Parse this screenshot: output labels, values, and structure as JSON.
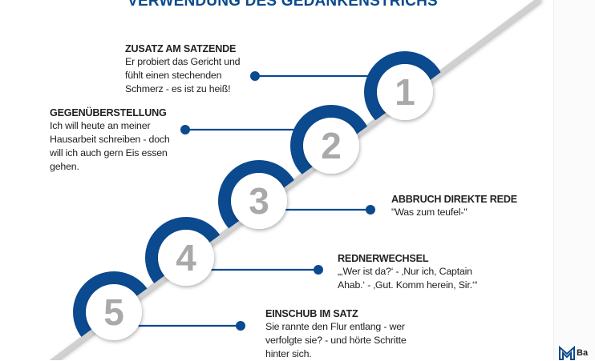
{
  "title": "VERWENDUNG DES GEDANKENSTRICHS",
  "colors": {
    "accent": "#0b4a8f",
    "number": "#a9a9a9",
    "diagonal": "#c8c8c8"
  },
  "steps": [
    {
      "number": "1",
      "heading": "ZUSATZ AM SATZENDE",
      "lines": [
        "Er probiert das Gericht und",
        "fühlt einen stechenden",
        "Schmerz - es ist zu heiß!"
      ]
    },
    {
      "number": "2",
      "heading": "GEGENÜBERSTELLUNG",
      "lines": [
        "Ich will heute an meiner",
        "Hausarbeit schreiben - doch",
        "will ich auch gern Eis essen",
        "gehen."
      ]
    },
    {
      "number": "3",
      "heading": "ABBRUCH DIREKTE REDE",
      "lines": [
        "\"Was zum teufel-\""
      ]
    },
    {
      "number": "4",
      "heading": "REDNERWECHSEL",
      "lines": [
        "„‚Wer ist da?‘ - ‚Nur ich, Captain",
        "Ahab.‘ - ‚Gut. Komm herein, Sir.‘“"
      ]
    },
    {
      "number": "5",
      "heading": "EINSCHUB IM SATZ",
      "lines": [
        "Sie rannte den Flur entlang - wer",
        "verfolgte sie? - und hörte Schritte",
        "hinter sich."
      ]
    }
  ],
  "logo": {
    "text": "Ba"
  }
}
